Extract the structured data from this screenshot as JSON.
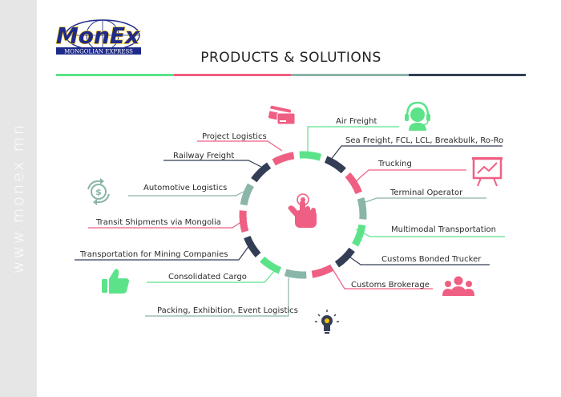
{
  "sidebar": {
    "text": "www.monex.mn"
  },
  "logo": {
    "name": "MonEx",
    "tagline": "MONGOLIAN EXPRESS"
  },
  "page": {
    "title": "PRODUCTS & SOLUTIONS"
  },
  "colors": {
    "green": "#5ce38a",
    "pink": "#ef5f83",
    "teal": "#8ab5a9",
    "navy": "#333d55",
    "logo_blue": "#1f2b8a",
    "logo_yellow": "#f5c400"
  },
  "labels": {
    "air_freight": "Air Freight",
    "sea_freight": "Sea Freight, FCL, LCL, Breakbulk, Ro-Ro",
    "trucking": "Trucking",
    "terminal_operator": "Terminal Operator",
    "multimodal": "Multimodal Transportation",
    "customs_bonded": "Customs Bonded Trucker",
    "customs_brokerage": "Customs Brokerage",
    "packing": "Packing, Exhibition, Event Logistics",
    "consolidated": "Consolidated Cargo",
    "mining": "Transportation for Mining Companies",
    "transit": "Transit Shipments via Mongolia",
    "automotive": "Automotive Logistics",
    "railway": "Railway Freight",
    "project": "Project Logistics"
  },
  "icons": {
    "center": "hand-touch-icon",
    "credit_card": "credit-card-icon",
    "headset": "headset-icon",
    "presentation": "presentation-chart-icon",
    "people": "people-group-icon",
    "lightbulb": "lightbulb-icon",
    "thumbs_up": "thumbs-up-icon",
    "dollar_cycle": "dollar-cycle-icon"
  }
}
